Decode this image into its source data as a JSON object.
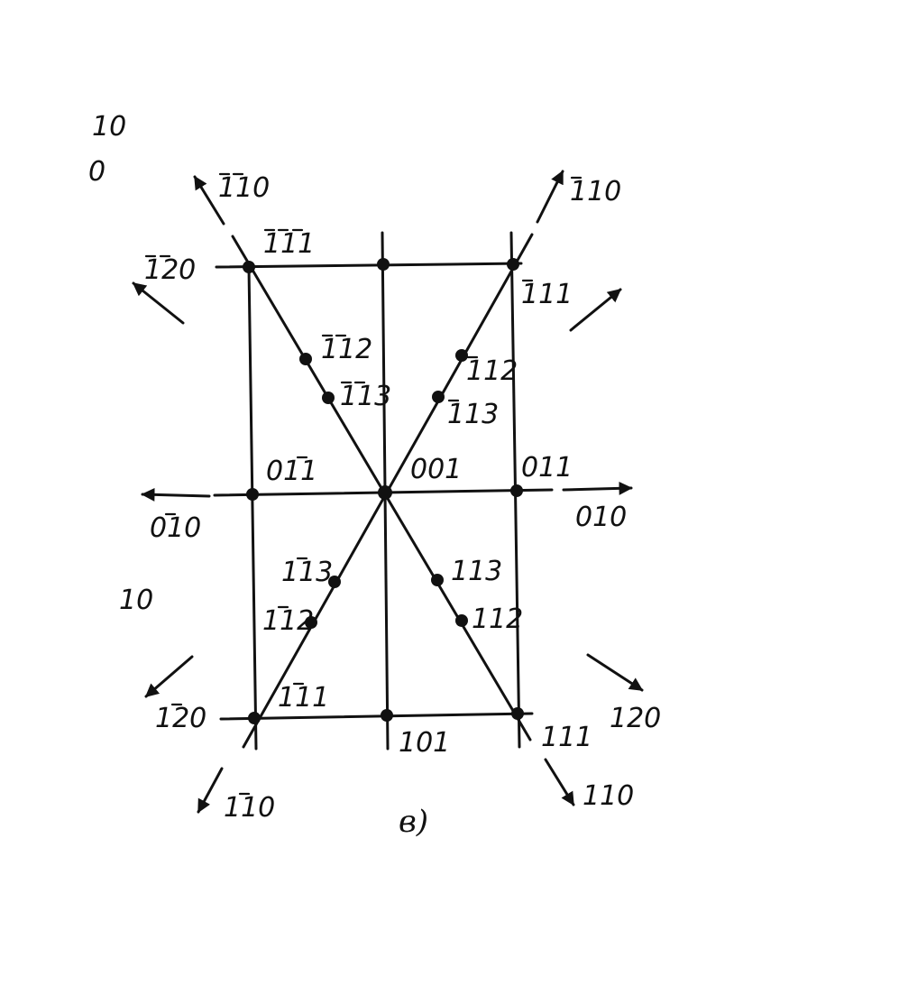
{
  "figure": {
    "caption": "в)",
    "edge_fragments": {
      "top_a": "10",
      "top_b": "0",
      "left": "10"
    },
    "labels": {
      "corner_tl": "111",
      "corner_tr": "111",
      "corner_bl": "111",
      "corner_br": "111",
      "center": "001",
      "mid_left": "011",
      "mid_right": "011",
      "bottom_mid": "101",
      "ul_112": "112",
      "ul_113": "113",
      "ur_112": "112",
      "ur_113": "113",
      "ll_113": "113",
      "ll_112": "112",
      "lr_113": "113",
      "lr_112": "112"
    },
    "directions": {
      "upper_left_110": "110",
      "upper_right_110": "110",
      "lower_left_110": "110",
      "lower_right_110": "110",
      "left_010": "010",
      "right_010": "010",
      "upper_left_120": "120",
      "lower_left_120": "120",
      "lower_right_120": "120"
    }
  }
}
